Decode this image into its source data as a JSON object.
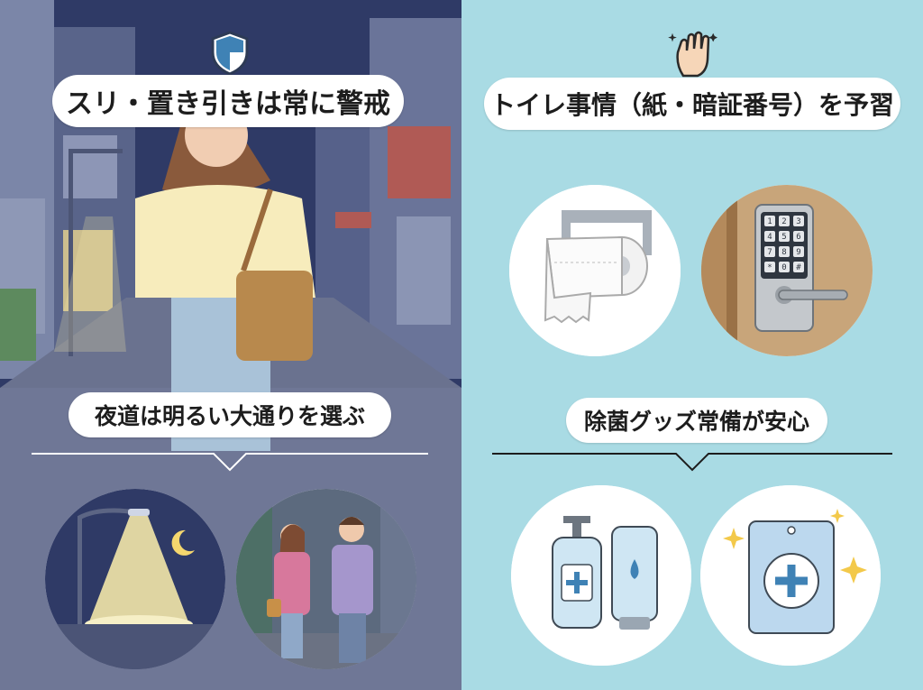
{
  "left": {
    "heading": "スリ・置き引きは常に警戒",
    "subheading": "夜道は明るい大通りを選ぶ",
    "top_icon": "shield-icon",
    "colors": {
      "background": "#6f7796",
      "night_sky": "#2f3a66",
      "lamp_light": "#f3e7a8"
    }
  },
  "right": {
    "heading": "トイレ事情（紙・暗証番号）を予習",
    "subheading": "除菌グッズ常備が安心",
    "top_icon": "raised-hand-icon",
    "keypad_keys": [
      "1",
      "2",
      "3",
      "4",
      "5",
      "6",
      "7",
      "8",
      "9",
      "*",
      "0",
      "#"
    ],
    "colors": {
      "background": "#a9dbe4",
      "door": "#c8a57a",
      "sanitizer": "#cfe6f3"
    }
  }
}
